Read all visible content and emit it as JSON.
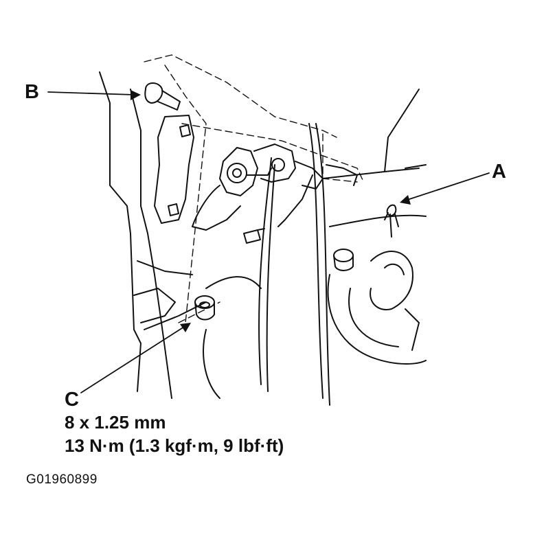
{
  "callouts": {
    "a": "A",
    "b": "B",
    "c": "C"
  },
  "spec": {
    "bolt_size": "8 x 1.25 mm",
    "torque": "13 N·m (1.3 kgf·m, 9 lbf·ft)"
  },
  "figure_id": "G01960899",
  "colors": {
    "ink": "#111111",
    "paper": "#ffffff"
  }
}
